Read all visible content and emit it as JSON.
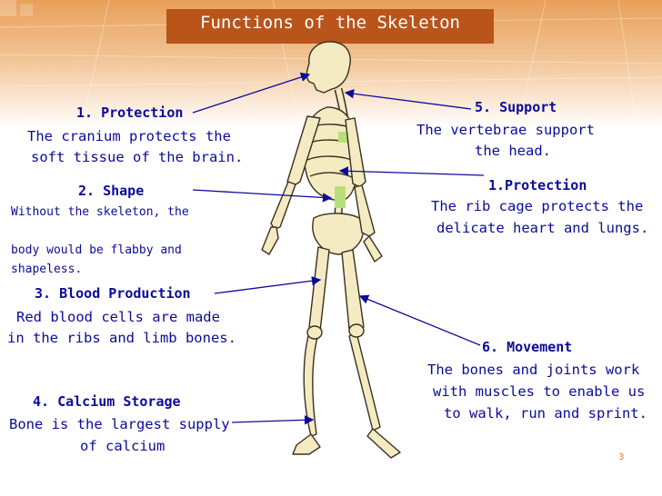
{
  "title": "Functions of the Skeleton",
  "page_number": "3",
  "labels": {
    "protection_cranium": {
      "heading": "1. Protection",
      "lines": [
        "The cranium protects the",
        "soft tissue of the brain."
      ]
    },
    "shape": {
      "heading": "2. Shape",
      "lines": [
        "Without the skeleton, the",
        "body would be flabby and",
        "shapeless."
      ]
    },
    "blood_production": {
      "heading": "3. Blood Production",
      "lines": [
        "Red blood cells are made",
        "in the ribs and limb bones."
      ]
    },
    "calcium_storage": {
      "heading": "4. Calcium Storage",
      "lines": [
        "Bone is the largest supply",
        "of calcium"
      ]
    },
    "support": {
      "heading": "5. Support",
      "lines": [
        "The vertebrae support",
        "the head."
      ]
    },
    "protection_ribs": {
      "heading": "1.Protection",
      "lines": [
        "The rib cage protects the",
        "delicate heart and lungs."
      ]
    },
    "movement": {
      "heading": "6. Movement",
      "lines": [
        "The bones and joints work",
        "with muscles to enable us",
        "to walk, run and sprint."
      ]
    }
  },
  "colors": {
    "banner": "#e8a05a",
    "title_bar": "#b9541a",
    "text": "#0b0b9a",
    "bone": "#f4ebc2",
    "cartilage": "#b8e07a"
  }
}
